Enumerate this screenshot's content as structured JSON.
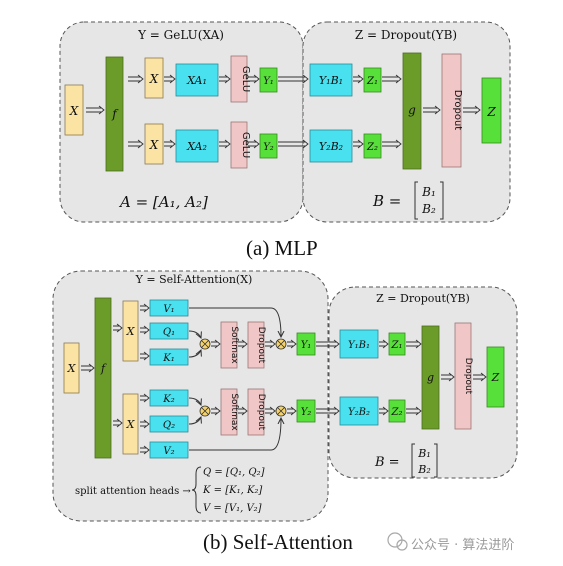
{
  "mlp": {
    "left_title": "Y = GeLU(XA)",
    "right_title": "Z = Dropout(YB)",
    "x": "X",
    "f": "f",
    "x_split": "X",
    "xa1": "XA₁",
    "xa2": "XA₂",
    "gelu": "GeLU",
    "y1": "Y₁",
    "y2": "Y₂",
    "y1b1": "Y₁B₁",
    "y2b2": "Y₂B₂",
    "z1": "Z₁",
    "z2": "Z₂",
    "g": "g",
    "dropout": "Dropout",
    "z": "Z",
    "eq_a": "A = [A₁, A₂]",
    "eq_b_lhs": "B =",
    "b1": "B₁",
    "b2": "B₂",
    "caption": "(a) MLP"
  },
  "attn": {
    "left_title": "Y = Self-Attention(X)",
    "right_title": "Z = Dropout(YB)",
    "x": "X",
    "f": "f",
    "x_split": "X",
    "v1": "V₁",
    "q1": "Q₁",
    "k1": "K₁",
    "k2": "K₂",
    "q2": "Q₂",
    "v2": "V₂",
    "softmax": "Softmax",
    "dropout": "Dropout",
    "y1": "Y₁",
    "y2": "Y₂",
    "y1b1": "Y₁B₁",
    "y2b2": "Y₂B₂",
    "z1": "Z₁",
    "z2": "Z₂",
    "g": "g",
    "z": "Z",
    "eq_b_lhs": "B =",
    "b1": "B₁",
    "b2": "B₂",
    "split_label": "split attention heads →",
    "q_eq": "Q = [Q₁, Q₂]",
    "k_eq": "K = [K₁, K₂]",
    "v_eq": "V = [V₁, V₂]",
    "caption": "(b) Self-Attention"
  },
  "watermark": "公众号 · 算法进阶",
  "colors": {
    "panel_fill": "#e6e6e6",
    "panel_stroke": "#555555",
    "input_yellow": "#fbe3a3",
    "dark_green": "#6b9c2a",
    "cyan": "#49e1ef",
    "pink": "#f0c6c6",
    "bright_green": "#58e03a"
  }
}
